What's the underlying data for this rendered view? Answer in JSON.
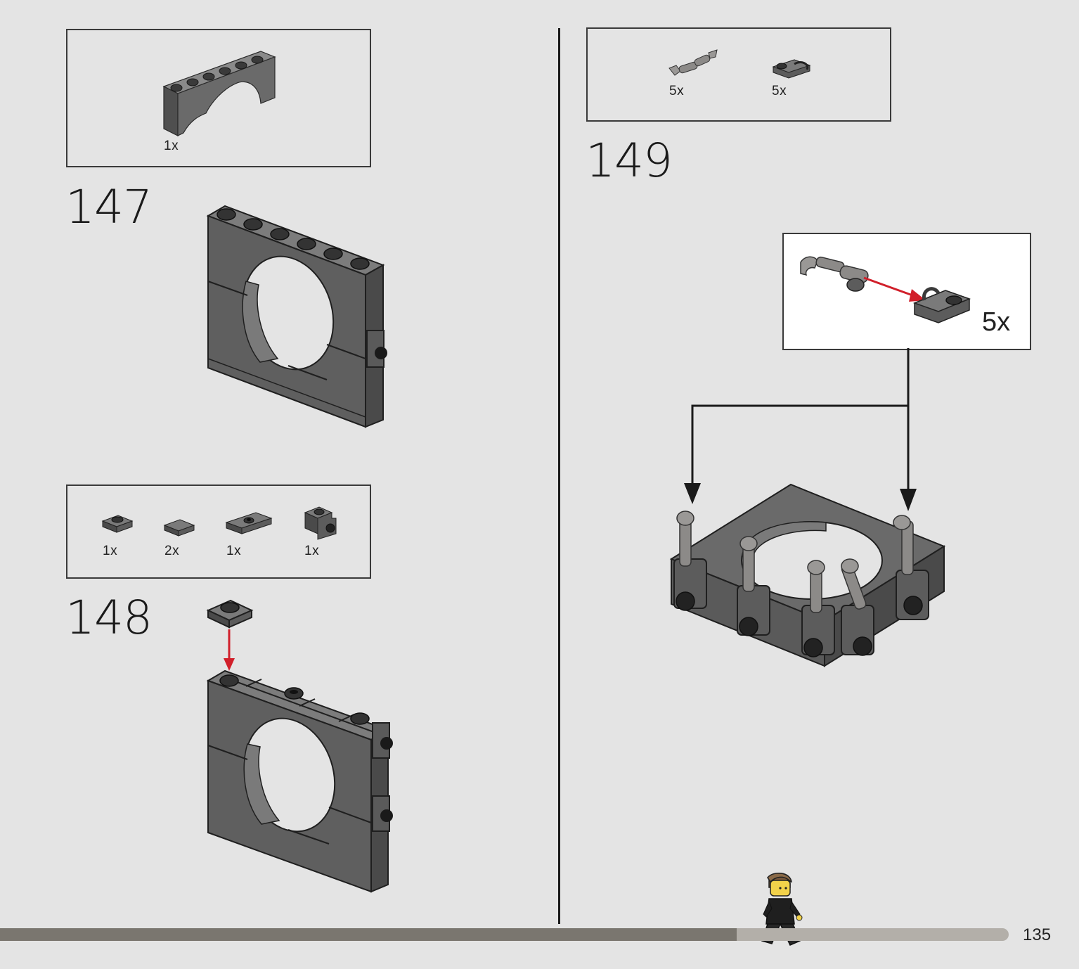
{
  "steps": [
    {
      "number": "147",
      "parts": [
        {
          "qty": "1x",
          "icon": "arch-brick-icon"
        }
      ]
    },
    {
      "number": "148",
      "parts": [
        {
          "qty": "1x",
          "icon": "plate-1x1-icon"
        },
        {
          "qty": "2x",
          "icon": "tile-1x1-icon"
        },
        {
          "qty": "1x",
          "icon": "jumper-plate-icon"
        },
        {
          "qty": "1x",
          "icon": "bracket-brick-icon"
        }
      ]
    },
    {
      "number": "149",
      "parts": [
        {
          "qty": "5x",
          "icon": "robot-arm-icon"
        },
        {
          "qty": "5x",
          "icon": "clip-plate-icon"
        }
      ],
      "callout": {
        "qty": "5x"
      }
    }
  ],
  "page": {
    "number": "135",
    "progress": 0.73
  },
  "colors": {
    "background": "#e4e4e4",
    "brick_dark": "#5f5f5f",
    "brick_edge": "#2a2a2a",
    "arrow_red": "#d11f2a",
    "progress_fill": "#7a766f",
    "progress_track": "#b3afa9"
  }
}
